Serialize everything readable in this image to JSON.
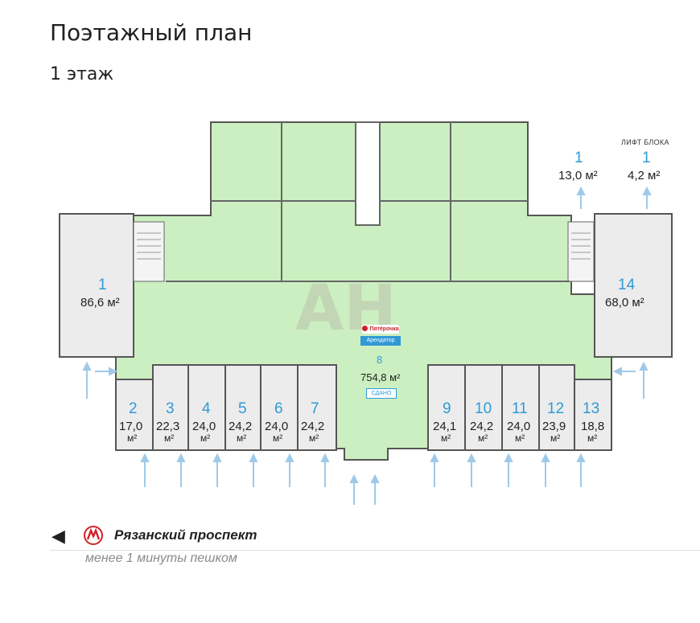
{
  "header": {
    "title": "Поэтажный план",
    "subtitle": "1 этаж"
  },
  "plan": {
    "elevator_caption": "ЛИФТ БЛОКА",
    "rooms": [
      {
        "id": "r1",
        "number": "1",
        "area": "86,6 м²"
      },
      {
        "id": "r14",
        "number": "14",
        "area": "68,0 м²"
      },
      {
        "id": "r1b",
        "number": "1",
        "area": "13,0 м²"
      },
      {
        "id": "r1c",
        "number": "1",
        "area": "4,2 м²"
      },
      {
        "id": "r8",
        "number": "8",
        "area": "754,8 м²"
      },
      {
        "id": "r2",
        "number": "2",
        "area": "17,0",
        "unit": "м²"
      },
      {
        "id": "r3",
        "number": "3",
        "area": "22,3",
        "unit": "м²"
      },
      {
        "id": "r4",
        "number": "4",
        "area": "24,0",
        "unit": "м²"
      },
      {
        "id": "r5",
        "number": "5",
        "area": "24,2",
        "unit": "м²"
      },
      {
        "id": "r6",
        "number": "6",
        "area": "24,0",
        "unit": "м²"
      },
      {
        "id": "r7",
        "number": "7",
        "area": "24,2",
        "unit": "м²"
      },
      {
        "id": "r9",
        "number": "9",
        "area": "24,1",
        "unit": "м²"
      },
      {
        "id": "r10",
        "number": "10",
        "area": "24,2",
        "unit": "м²"
      },
      {
        "id": "r11",
        "number": "11",
        "area": "24,0",
        "unit": "м²"
      },
      {
        "id": "r12",
        "number": "12",
        "area": "23,9",
        "unit": "м²"
      },
      {
        "id": "r13",
        "number": "13",
        "area": "18,8",
        "unit": "м²"
      }
    ],
    "brand": "Пятёрочка",
    "tenant": "Арендатор",
    "status": "СДАНО",
    "watermark": "АН",
    "colors": {
      "leased": "#ccefc1",
      "free": "#ececec",
      "accent": "#2f9ad6",
      "arrow": "#9fc9e8"
    }
  },
  "metro": {
    "icon": "metro-logo-icon",
    "name": "Рязанский проспект",
    "walk": "менее 1 минуты пешком"
  }
}
